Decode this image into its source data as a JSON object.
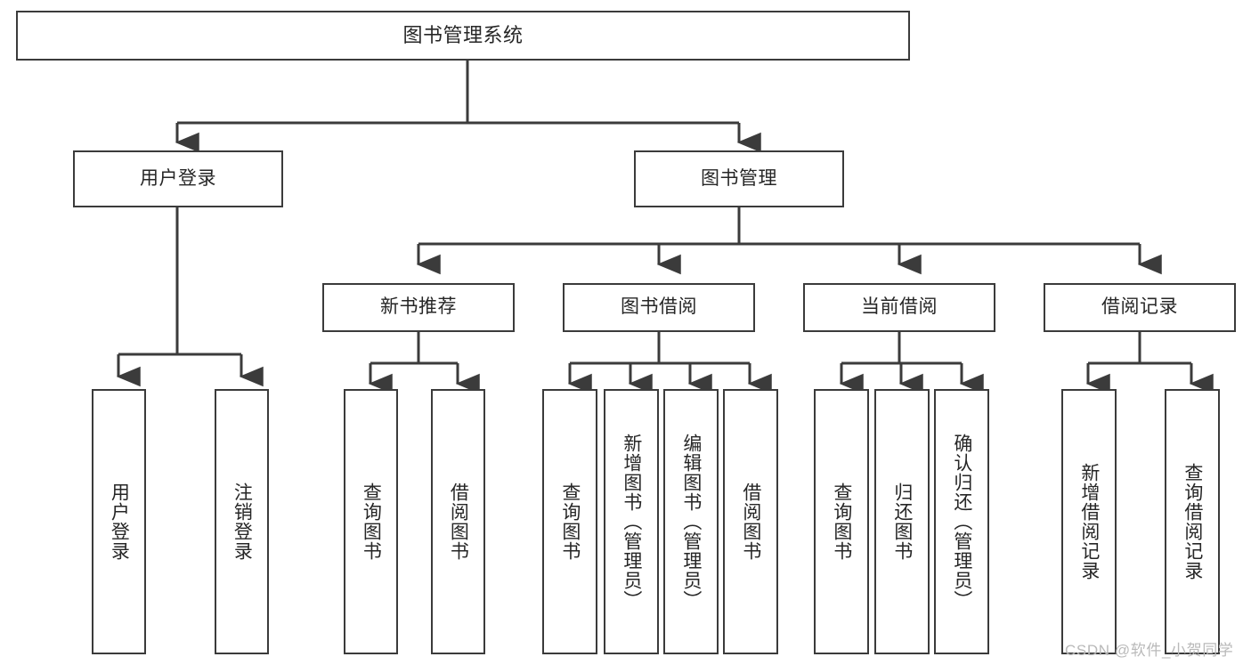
{
  "diagram": {
    "title": "图书管理系统",
    "type": "tree-hierarchy",
    "background_color": "#ffffff",
    "line_color": "#3b3b3b",
    "box_fill": "#ffffff",
    "text_color": "#262626"
  },
  "nodes": {
    "root": {
      "label": "图书管理系统"
    },
    "level2": [
      {
        "label": "用户登录"
      },
      {
        "label": "图书管理"
      }
    ],
    "level3": [
      {
        "label": "新书推荐"
      },
      {
        "label": "图书借阅"
      },
      {
        "label": "当前借阅"
      },
      {
        "label": "借阅记录"
      }
    ],
    "leaves_user_login": [
      {
        "label": "用户登录"
      },
      {
        "label": "注销登录"
      }
    ],
    "leaves_new_book": [
      {
        "label": "查询图书"
      },
      {
        "label": "借阅图书"
      }
    ],
    "leaves_borrow": [
      {
        "label": "查询图书"
      },
      {
        "label": "新增图书（管理员）"
      },
      {
        "label": "编辑图书（管理员）"
      },
      {
        "label": "借阅图书"
      }
    ],
    "leaves_current": [
      {
        "label": "查询图书"
      },
      {
        "label": "归还图书"
      },
      {
        "label": "确认归还（管理员）"
      }
    ],
    "leaves_records": [
      {
        "label": "新增借阅记录"
      },
      {
        "label": "查询借阅记录"
      }
    ]
  },
  "watermark": {
    "text": "CSDN @软件_小贺同学"
  }
}
